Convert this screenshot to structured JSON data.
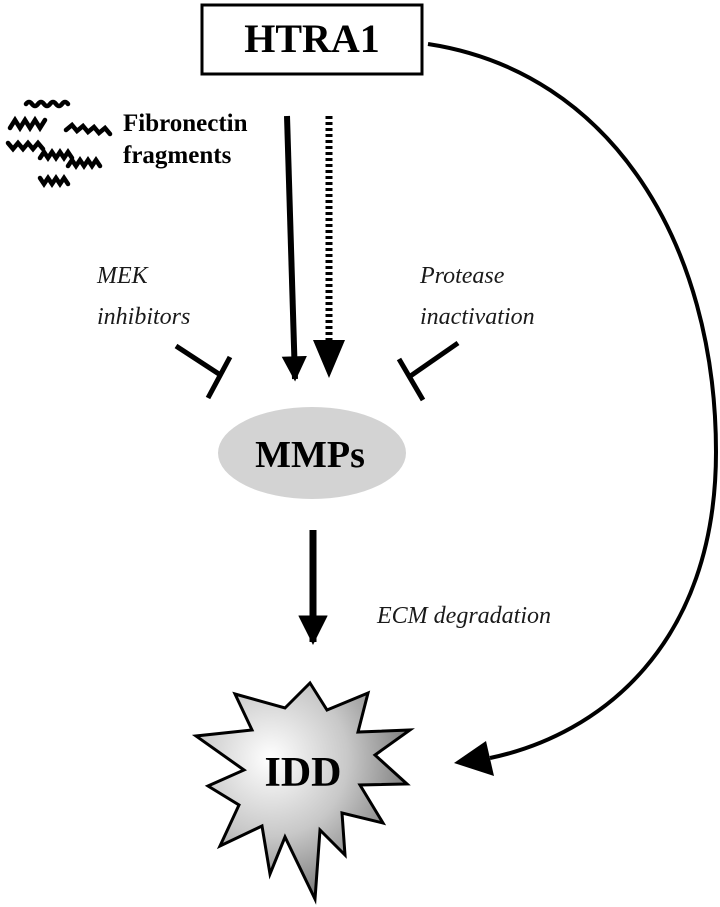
{
  "nodes": {
    "htra1": "HTRA1",
    "fibronectin_line1": "Fibronectin",
    "fibronectin_line2": "fragments",
    "mek_line1": "MEK",
    "mek_line2": "inhibitors",
    "protease_line1": "Protease",
    "protease_line2": "inactivation",
    "mmps": "MMPs",
    "ecm": "ECM degradation",
    "idd": "IDD"
  },
  "colors": {
    "stroke": "#000000",
    "ellipse_fill": "#d3d3d3",
    "star_light": "#ffffff",
    "star_dark": "#5a5a5a"
  },
  "icons": {
    "fibronectin": "squiggle-fragments-icon"
  }
}
